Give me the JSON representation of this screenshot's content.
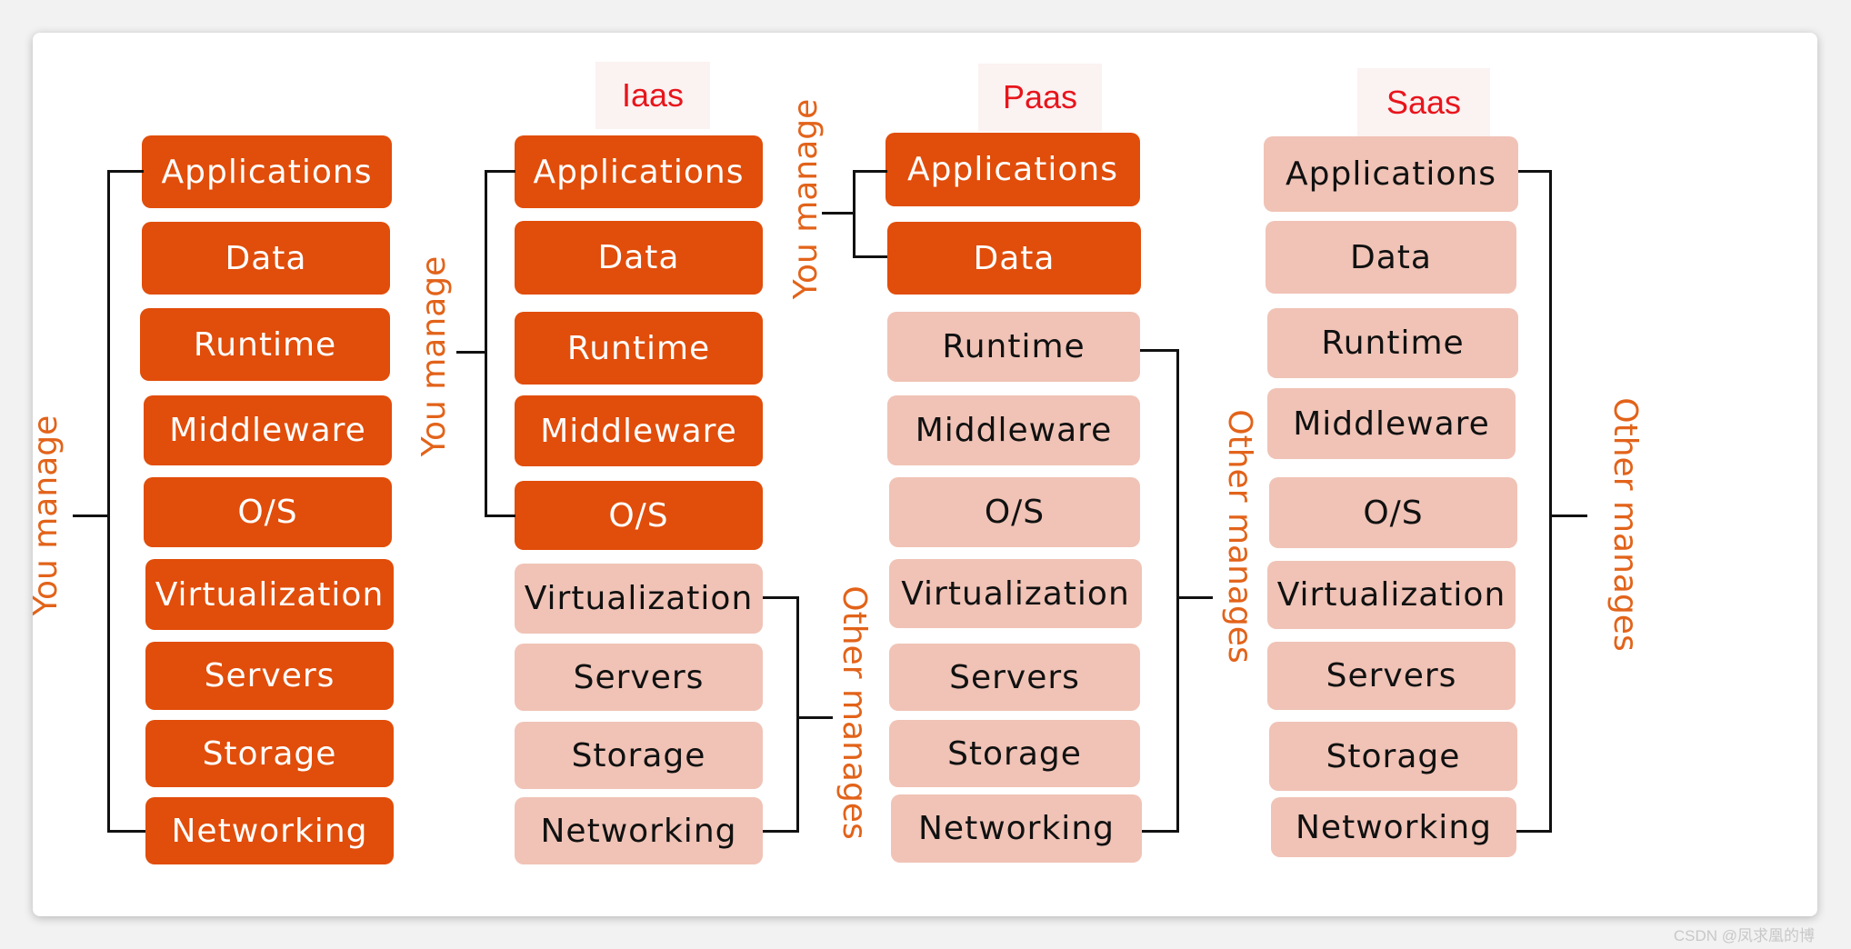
{
  "colors": {
    "you_bg": "#e14d0a",
    "you_fg": "#ffffff",
    "other_bg": "#f0c3b6",
    "other_fg": "#111111",
    "title_text": "#e8151c",
    "label_text": "#e2631a"
  },
  "columns": {
    "onprem": {
      "title": "",
      "items": [
        "Applications",
        "Data",
        "Runtime",
        "Middleware",
        "O/S",
        "Virtualization",
        "Servers",
        "Storage",
        "Networking"
      ],
      "you_label": "You manage"
    },
    "iaas": {
      "title": "Iaas",
      "items": [
        "Applications",
        "Data",
        "Runtime",
        "Middleware",
        "O/S",
        "Virtualization",
        "Servers",
        "Storage",
        "Networking"
      ],
      "you_label": "You manage",
      "other_label": "Other manages"
    },
    "paas": {
      "title": "Paas",
      "items": [
        "Applications",
        "Data",
        "Runtime",
        "Middleware",
        "O/S",
        "Virtualization",
        "Servers",
        "Storage",
        "Networking"
      ],
      "you_label": "You manage",
      "other_label": "Other manages"
    },
    "saas": {
      "title": "Saas",
      "items": [
        "Applications",
        "Data",
        "Runtime",
        "Middleware",
        "O/S",
        "Virtualization",
        "Servers",
        "Storage",
        "Networking"
      ],
      "other_label": "Other manages"
    }
  },
  "watermark": "CSDN @凤求凰的博"
}
